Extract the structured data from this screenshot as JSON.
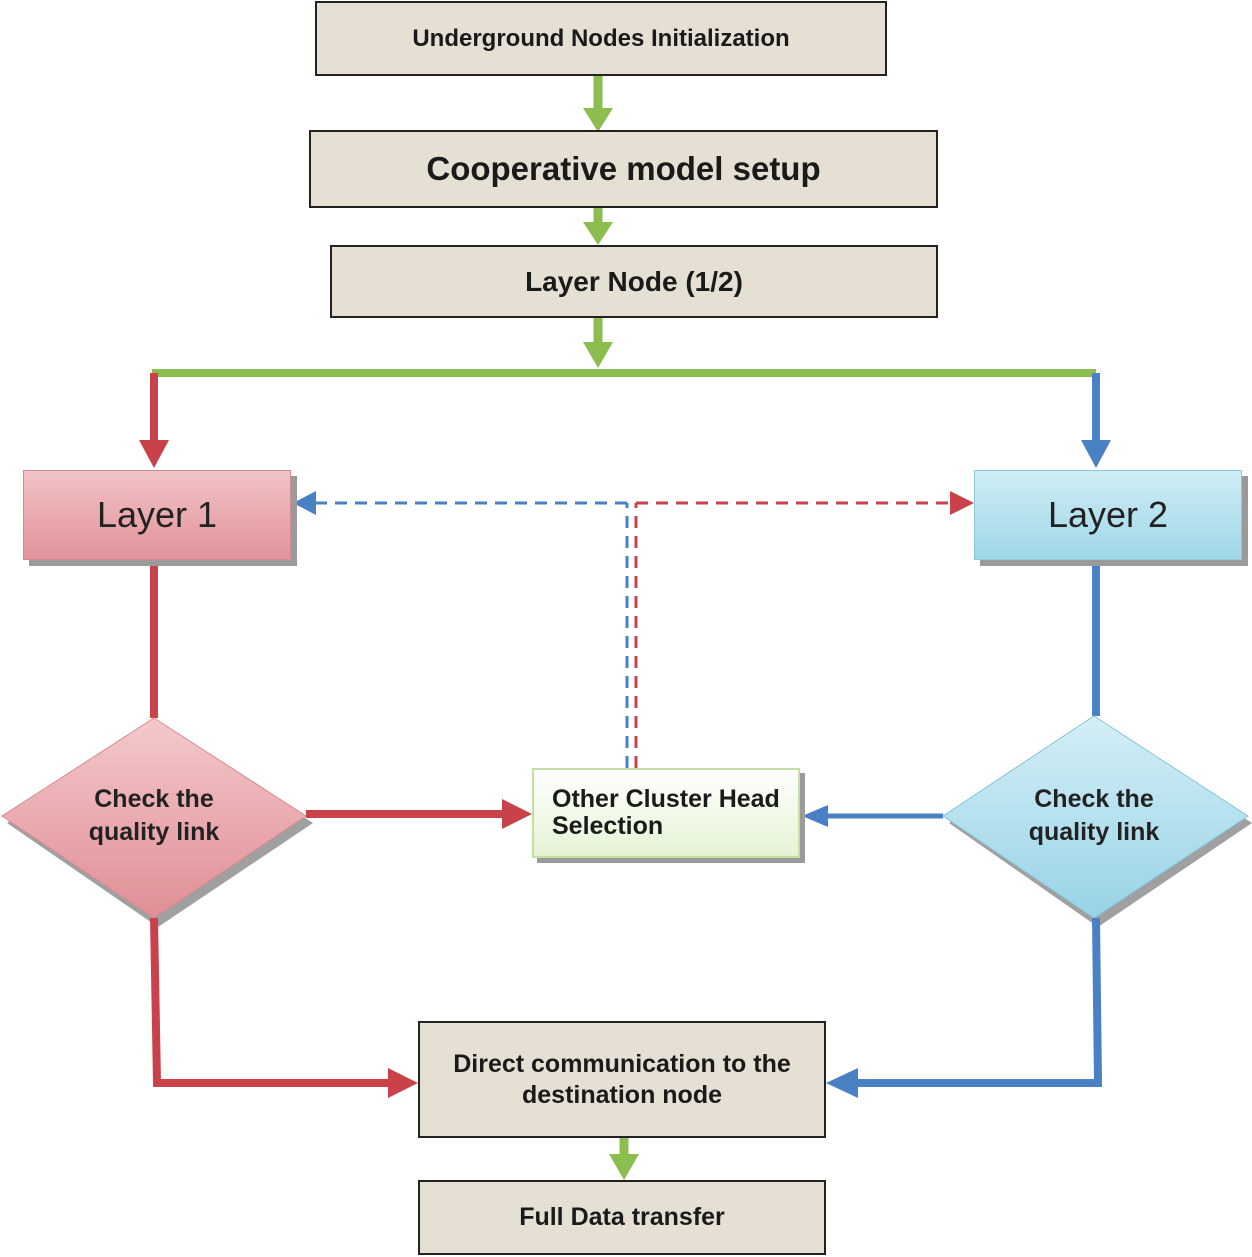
{
  "nodes": {
    "init": "Underground Nodes Initialization",
    "coop": "Cooperative model setup",
    "layer_node": "Layer Node (1/2)",
    "layer1": "Layer 1",
    "layer2": "Layer 2",
    "check_left": "Check the quality link",
    "other_ch": "Other Cluster Head Selection",
    "check_right": "Check the quality link",
    "direct": "Direct communication to the destination node",
    "full": "Full Data transfer"
  },
  "colors": {
    "green_arrow": "#8cbd4f",
    "red_arrow": "#c9424a",
    "blue_arrow": "#4a80c4",
    "box_fill": "#e6e0d4",
    "layer1_fill": "#e9a9ae",
    "layer2_fill": "#b6e2ef",
    "cluster_head_fill": "#eef7e4"
  }
}
